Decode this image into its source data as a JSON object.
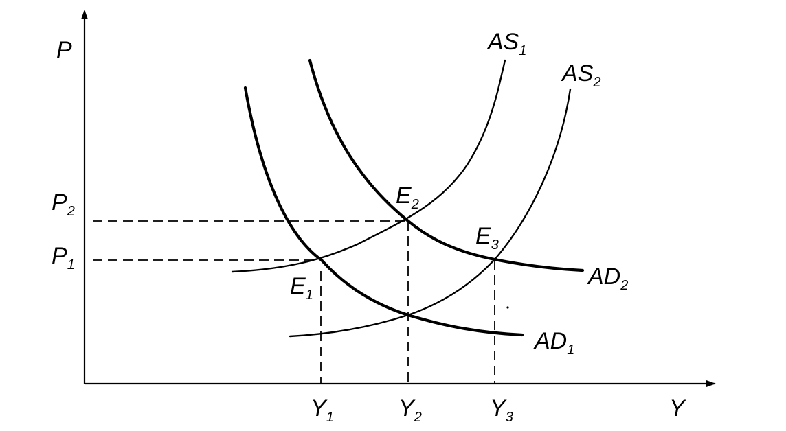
{
  "axes": {
    "y_label": "P",
    "x_label": "Y"
  },
  "price_levels": [
    {
      "id": "p2",
      "main": "P",
      "sub": "2"
    },
    {
      "id": "p1",
      "main": "P",
      "sub": "1"
    }
  ],
  "output_levels": [
    {
      "id": "y1",
      "main": "Y",
      "sub": "1"
    },
    {
      "id": "y2",
      "main": "Y",
      "sub": "2"
    },
    {
      "id": "y3",
      "main": "Y",
      "sub": "3"
    }
  ],
  "curves": {
    "as1": {
      "main": "AS",
      "sub": "1"
    },
    "as2": {
      "main": "AS",
      "sub": "2"
    },
    "ad1": {
      "main": "AD",
      "sub": "1"
    },
    "ad2": {
      "main": "AD",
      "sub": "2"
    }
  },
  "equilibria": {
    "e1": {
      "main": "E",
      "sub": "1"
    },
    "e2": {
      "main": "E",
      "sub": "2"
    },
    "e3": {
      "main": "E",
      "sub": "3"
    }
  }
}
